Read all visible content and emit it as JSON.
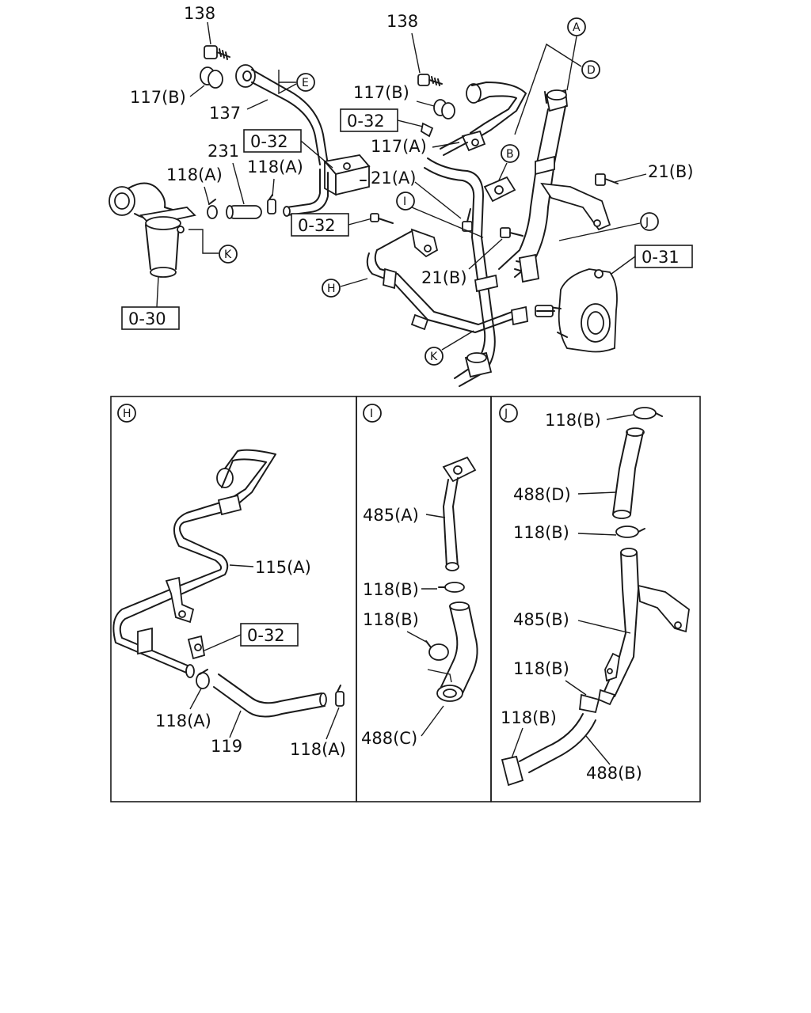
{
  "main_labels": {
    "bolt_left": "138",
    "bolt_right": "138",
    "gasket_left": "117(B)",
    "gasket_right": "117(B)",
    "pipe_137": "137",
    "hose_231": "231",
    "clip_a1": "118(A)",
    "clip_a2": "118(A)",
    "bolt_21a": "21(A)",
    "bolt_21b_top": "21(B)",
    "bolt_21b_mid": "21(B)",
    "gasket_117a": "117(A)"
  },
  "ref_boxes": {
    "r1": "0-32",
    "r2": "0-32",
    "r3": "0-32",
    "r_left": "0-30",
    "r_right": "0-31"
  },
  "callouts": {
    "A": "A",
    "B": "B",
    "D": "D",
    "E": "E",
    "H": "H",
    "I": "I",
    "J": "J",
    "K1": "K",
    "K2": "K"
  },
  "panel_h": {
    "tag": "H",
    "pipe": "115(A)",
    "ref": "0-32",
    "clip_left": "118(A)",
    "hose": "119",
    "clip_right": "118(A)"
  },
  "panel_i": {
    "tag": "I",
    "pipe": "485(A)",
    "clip_top": "118(B)",
    "clip_mid": "118(B)",
    "hose": "488(C)"
  },
  "panel_j": {
    "tag": "J",
    "clip_top": "118(B)",
    "hose_top": "488(D)",
    "clip_mid": "118(B)",
    "pipe": "485(B)",
    "clip_low": "118(B)",
    "clip_bottom": "118(B)",
    "hose_bottom": "488(B)"
  }
}
